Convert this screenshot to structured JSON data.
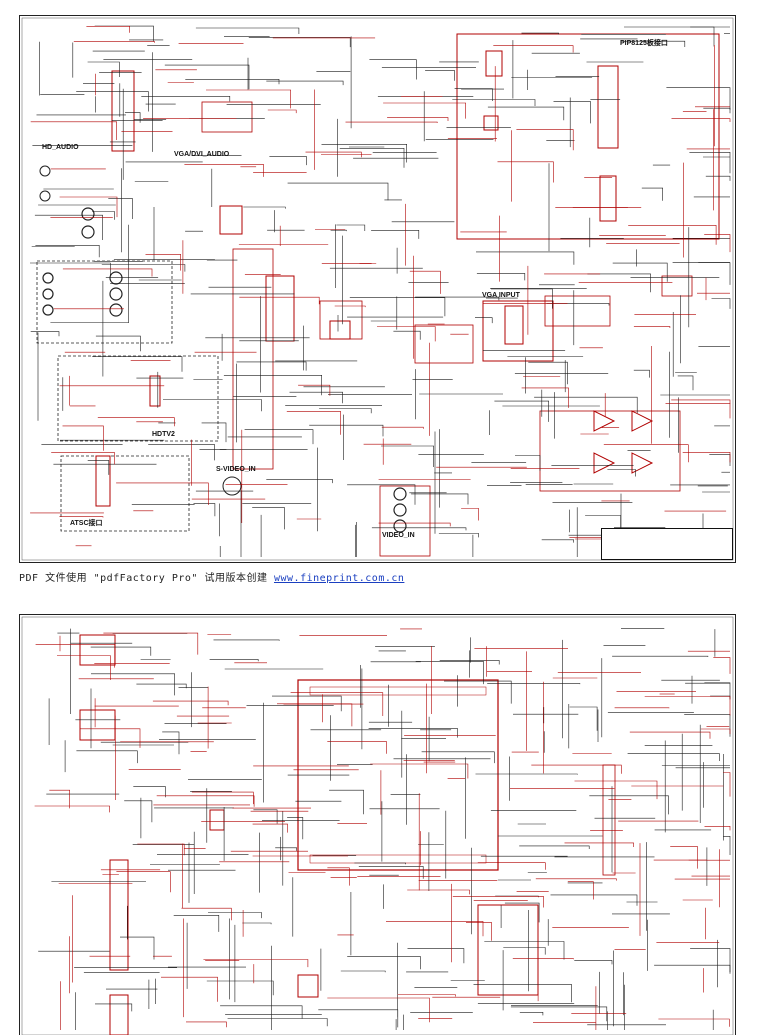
{
  "sheet1": {
    "labels": {
      "hd_audio": "HD_AUDIO",
      "vga_dvi_audio": "VGA/DVI_AUDIO",
      "pip_interface": "PIP8125板接口",
      "vga_input": "VGA INPUT",
      "hdtv2": "HDTV2",
      "atsc_interface": "ATSC接口",
      "svideo_in": "S-VIDEO_IN",
      "video_in": "VIDEO_IN"
    }
  },
  "footer": {
    "text": "PDF 文件使用 \"pdfFactory Pro\" 试用版本创建 ",
    "link": "www.fineprint.com.cn"
  },
  "colors": {
    "wire": "#1a1a1a",
    "component": "#b00000",
    "net_label": "#c00000",
    "dashed_box": "#222222"
  }
}
